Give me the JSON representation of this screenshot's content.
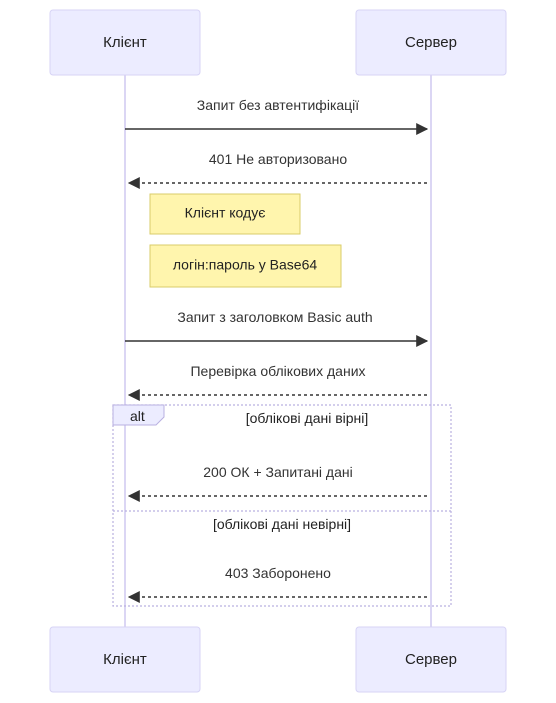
{
  "actors": {
    "client": "Клієнт",
    "server": "Сервер"
  },
  "messages": [
    {
      "text": "Запит без автентифікації",
      "direction": "to-server",
      "style": "solid"
    },
    {
      "text": "401 Не авторизовано",
      "direction": "to-client",
      "style": "dashed"
    },
    {
      "text": "Запит з заголовком Basic auth",
      "direction": "to-server",
      "style": "solid"
    },
    {
      "text": "Перевірка облікових даних",
      "direction": "to-client",
      "style": "dashed"
    },
    {
      "text": "200 ОК + Запитані дані",
      "direction": "to-client",
      "style": "dashed"
    },
    {
      "text": "403 Заборонено",
      "direction": "to-client",
      "style": "dashed"
    }
  ],
  "notes": [
    "Клієнт кодує",
    "логін:пароль у Base64"
  ],
  "alt": {
    "label": "alt",
    "conditions": [
      "[облікові дані вірні]",
      "[облікові дані невірні]"
    ]
  },
  "colors": {
    "actor_fill": "#ececff",
    "note_fill": "#fff5ad",
    "line": "#333333"
  }
}
